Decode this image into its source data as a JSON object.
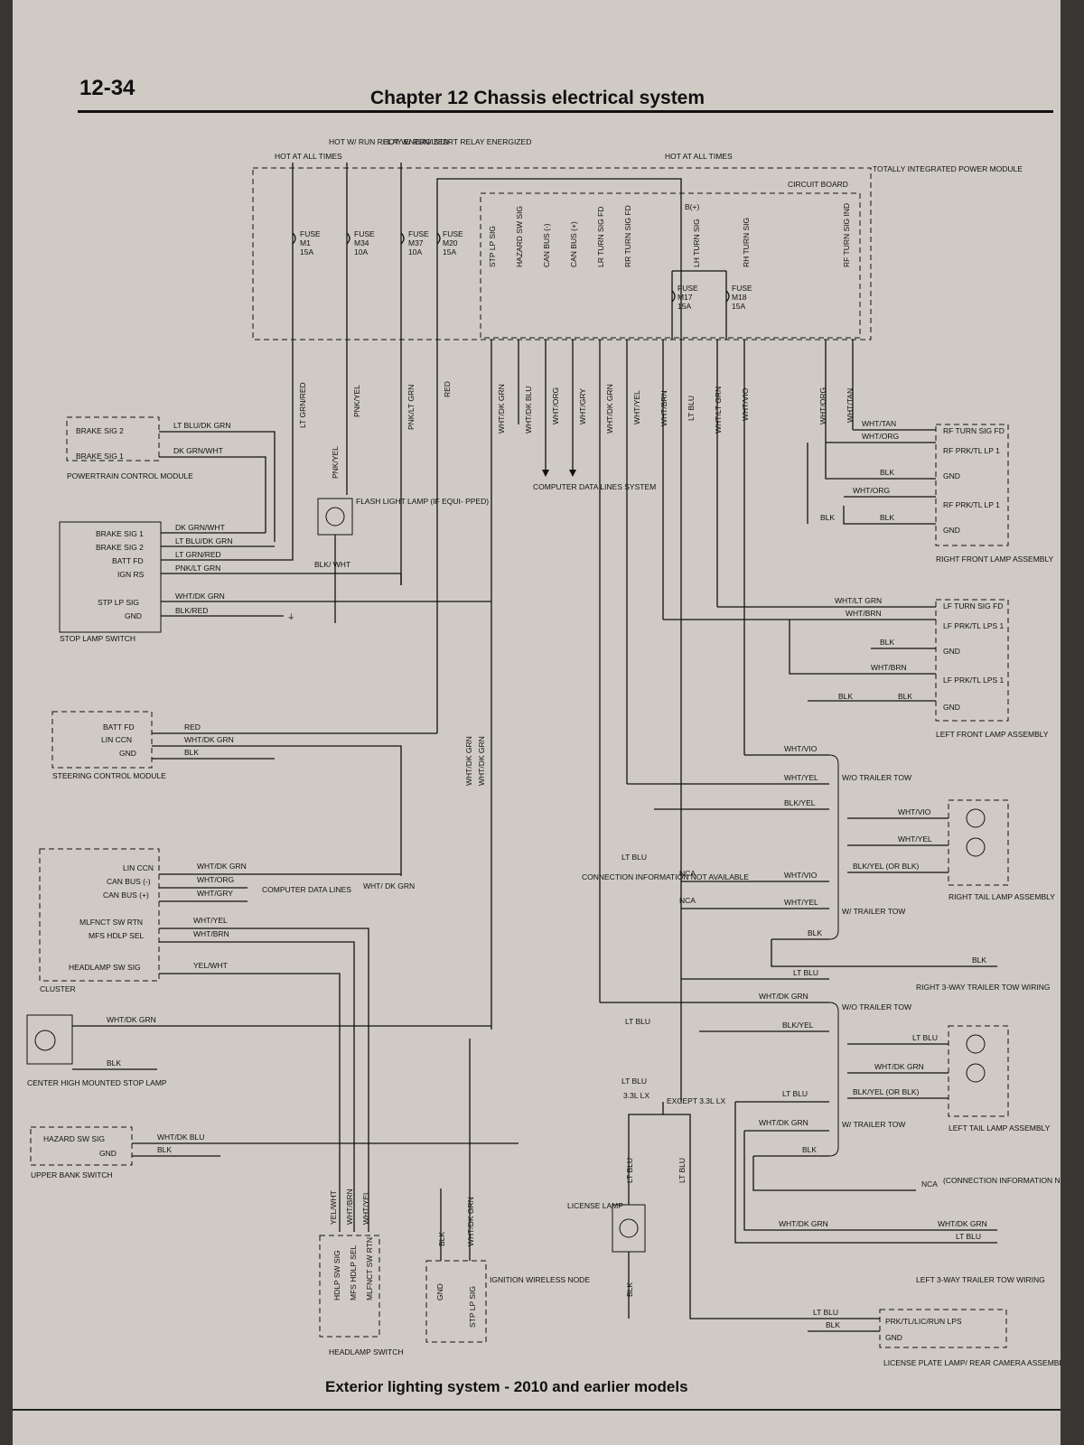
{
  "page_number": "12-34",
  "chapter_title": "Chapter 12   Chassis electrical system",
  "caption": "Exterior lighting system - 2010 and earlier models",
  "power_sources": [
    "HOT AT ALL TIMES",
    "HOT W/ RUN RELAY ENERGIZED",
    "HOT W/ RUN/ START RELAY ENERGIZED",
    "HOT AT ALL TIMES"
  ],
  "tipm": {
    "name": "TOTALLY INTEGRATED POWER MODULE",
    "board": "CIRCUIT BOARD"
  },
  "fuses": [
    {
      "id": "M1",
      "rating": "15A"
    },
    {
      "id": "M34",
      "rating": "10A"
    },
    {
      "id": "M37",
      "rating": "10A"
    },
    {
      "id": "M20",
      "rating": "15A"
    },
    {
      "id": "M17",
      "rating": "15A"
    },
    {
      "id": "M18",
      "rating": "15A"
    }
  ],
  "fuse_word": "FUSE",
  "board_pins": [
    "STP LP SIG",
    "HAZARD SW SIG",
    "CAN BUS (-)",
    "CAN BUS (+)",
    "LR TURN SIG FD",
    "RR TURN SIG FD",
    "LH TURN SIG",
    "RH TURN SIG",
    "RF TURN SIG IND"
  ],
  "vertical_wires": [
    "LT GRN/RED",
    "PNK/YEL",
    "PNK/LT GRN",
    "RED",
    "WHT/DK GRN",
    "WHT/DK BLU",
    "WHT/ORG",
    "WHT/GRY",
    "WHT/DK GRN",
    "WHT/YEL",
    "WHT/BRN",
    "LT BLU",
    "WHT/LT GRN",
    "WHT/VIO",
    "WHT/ORG",
    "WHT/TAN"
  ],
  "bplus": "B(+)",
  "computer_lines": "COMPUTER DATA LINES SYSTEM",
  "pcm": {
    "name": "POWERTRAIN CONTROL MODULE",
    "pins": [
      "BRAKE SIG 2",
      "BRAKE SIG 1"
    ],
    "wires": [
      "LT BLU/DK GRN",
      "DK GRN/WHT"
    ]
  },
  "stop_switch": {
    "name": "STOP LAMP SWITCH",
    "pins": [
      "BRAKE SIG 1",
      "BRAKE SIG 2",
      "BATT FD",
      "IGN RS",
      "STP LP SIG",
      "GND"
    ],
    "wires": [
      "DK GRN/WHT",
      "LT BLU/DK GRN",
      "LT GRN/RED",
      "PNK/LT GRN",
      "WHT/DK GRN",
      "BLK/RED"
    ]
  },
  "flashlight": {
    "text": "FLASH LIGHT LAMP (IF EQUI- PPED)",
    "wire": "BLK/ WHT",
    "wire2": "PNK/YEL"
  },
  "steering": {
    "name": "STEERING CONTROL MODULE",
    "pins": [
      "BATT FD",
      "LIN CCN",
      "GND"
    ],
    "wires": [
      "RED",
      "WHT/DK GRN",
      "BLK"
    ]
  },
  "cluster": {
    "name": "CLUSTER",
    "pins": [
      "LIN CCN",
      "CAN BUS (-)",
      "CAN BUS (+)",
      "MLFNCT SW RTN",
      "MFS HDLP SEL",
      "HEADLAMP SW SIG"
    ],
    "wires": [
      "WHT/DK GRN",
      "WHT/ORG",
      "WHT/GRY",
      "WHT/YEL",
      "WHT/BRN",
      "YEL/WHT"
    ],
    "data_text": "COMPUTER DATA LINES",
    "data_wire": "WHT/ DK GRN"
  },
  "chmsl": {
    "name": "CENTER HIGH MOUNTED STOP LAMP",
    "wires": [
      "WHT/DK GRN",
      "BLK"
    ]
  },
  "upper_bank": {
    "name": "UPPER BANK SWITCH",
    "pins": [
      "HAZARD SW SIG",
      "GND"
    ],
    "wires": [
      "WHT/DK BLU",
      "BLK"
    ]
  },
  "headlamp_switch": {
    "name": "HEADLAMP SWITCH",
    "pins": [
      "HDLP SW SIG",
      "MFS HDLP SEL",
      "MLFNCT SW RTN"
    ],
    "wires": [
      "YEL/WHT",
      "WHT/BRN",
      "WHT/YEL"
    ]
  },
  "ignition_node": {
    "name": "IGNITION WIRELESS NODE",
    "pins": [
      "GND",
      "STP LP SIG"
    ],
    "wires": [
      "BLK",
      "WHT/DK GRN"
    ]
  },
  "center_wires": [
    "WHT/DK GRN",
    "WHT/DK GRN"
  ],
  "connection_info": {
    "text": "CONNECTION INFORMATION NOT AVAILABLE",
    "nca": "NCA",
    "wire": "LT BLU"
  },
  "rf_lamp": {
    "name": "RIGHT FRONT LAMP ASSEMBLY",
    "pins": [
      "RF TURN SIG FD",
      "RF PRK/TL LP 1",
      "GND",
      "RF PRK/TL LP 1",
      "GND"
    ],
    "wires": [
      "WHT/TAN",
      "WHT/ORG",
      "BLK",
      "WHT/ORG",
      "BLK",
      "BLK"
    ]
  },
  "lf_lamp": {
    "name": "LEFT FRONT LAMP ASSEMBLY",
    "pins": [
      "LF TURN SIG FD",
      "LF PRK/TL LPS 1",
      "GND",
      "LF PRK/TL LPS 1",
      "GND"
    ],
    "wires": [
      "WHT/LT GRN",
      "WHT/BRN",
      "BLK",
      "WHT/BRN",
      "BLK",
      "BLK"
    ]
  },
  "rear_right": {
    "name": "RIGHT TAIL LAMP ASSEMBLY",
    "wires": [
      "WHT/VIO",
      "WHT/YEL",
      "BLK/YEL",
      "WHT/VIO",
      "WHT/YEL",
      "BLK/YEL  (OR BLK)",
      "WHT/VIO",
      "WHT/YEL",
      "BLK",
      "LT BLU"
    ],
    "no_tow": "W/O TRAILER TOW",
    "tow": "W/ TRAILER TOW"
  },
  "right_tow": {
    "name": "RIGHT 3-WAY TRAILER TOW WIRING",
    "wire": "BLK"
  },
  "rear_left": {
    "name": "LEFT TAIL LAMP ASSEMBLY",
    "wires": [
      "WHT/DK GRN",
      "BLK/YEL",
      "LT BLU",
      "WHT/DK GRN",
      "BLK/YEL  (OR BLK)",
      "LT BLU",
      "WHT/DK GRN",
      "BLK"
    ],
    "no_tow": "W/O TRAILER TOW",
    "tow": "W/ TRAILER TOW"
  },
  "left_tow": {
    "name": "LEFT 3-WAY TRAILER TOW WIRING",
    "wires": [
      "WHT/DK GRN",
      "LT BLU",
      "WHT/DK GRN"
    ],
    "nca": "NCA",
    "nca_text": "(CONNECTION INFORMATION NOT AVAILABLE)"
  },
  "license": {
    "name": "LICENSE LAMP",
    "wires": [
      "LT BLU",
      "LT BLU",
      "LT BLU",
      "LT BLU",
      "BLK"
    ],
    "eng1": "3.3L LX",
    "eng2": "EXCEPT 3.3L LX"
  },
  "plate_assy": {
    "name": "LICENSE PLATE LAMP/ REAR CAMERA ASSEMBLY",
    "pins": [
      "PRK/TL/LIC/RUN LPS",
      "GND"
    ],
    "wires": [
      "LT BLU",
      "BLK"
    ]
  }
}
